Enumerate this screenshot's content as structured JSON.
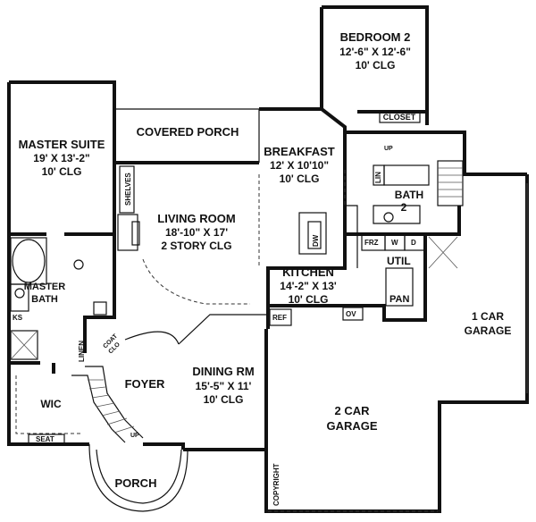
{
  "rooms": {
    "bedroom2": {
      "name": "BEDROOM 2",
      "size": "12'-6\" X 12'-6\"",
      "clg": "10' CLG"
    },
    "closet": "CLOSET",
    "covered_porch": "COVERED PORCH",
    "breakfast": {
      "name": "BREAKFAST",
      "size": "12' X 10'10\"",
      "clg": "10' CLG"
    },
    "master_suite": {
      "name": "MASTER SUITE",
      "size": "19' X 13'-2\"",
      "clg": "10' CLG"
    },
    "shelves": "SHELVES",
    "living_room": {
      "name": "LIVING ROOM",
      "size": "18'-10\" X 17'",
      "clg": "2 STORY CLG"
    },
    "lin": "LIN",
    "bath2": {
      "name": "BATH",
      "num": "2"
    },
    "frz": "FRZ",
    "w": "W",
    "d": "D",
    "util": "UTIL",
    "kitchen": {
      "name": "KITCHEN",
      "size": "14'-2\" X 13'",
      "clg": "10' CLG"
    },
    "dw": "DW",
    "pan": "PAN",
    "ref": "REF",
    "ov": "OV",
    "master_bath": {
      "line1": "MASTER",
      "line2": "BATH"
    },
    "ks": "KS",
    "linen": "LINEN",
    "coat_closet": {
      "line1": "COAT",
      "line2": "CLO"
    },
    "foyer": "FOYER",
    "dining": {
      "name": "DINING RM",
      "size": "15'-5\" X 11'",
      "clg": "10' CLG"
    },
    "one_car": {
      "line1": "1 CAR",
      "line2": "GARAGE"
    },
    "two_car": {
      "line1": "2 CAR",
      "line2": "GARAGE"
    },
    "wic": "WIC",
    "seat": "SEAT",
    "porch": "PORCH",
    "up_stairs_main": "UP",
    "up_stairs_rear": "UP",
    "copyright": "COPYRIGHT"
  }
}
